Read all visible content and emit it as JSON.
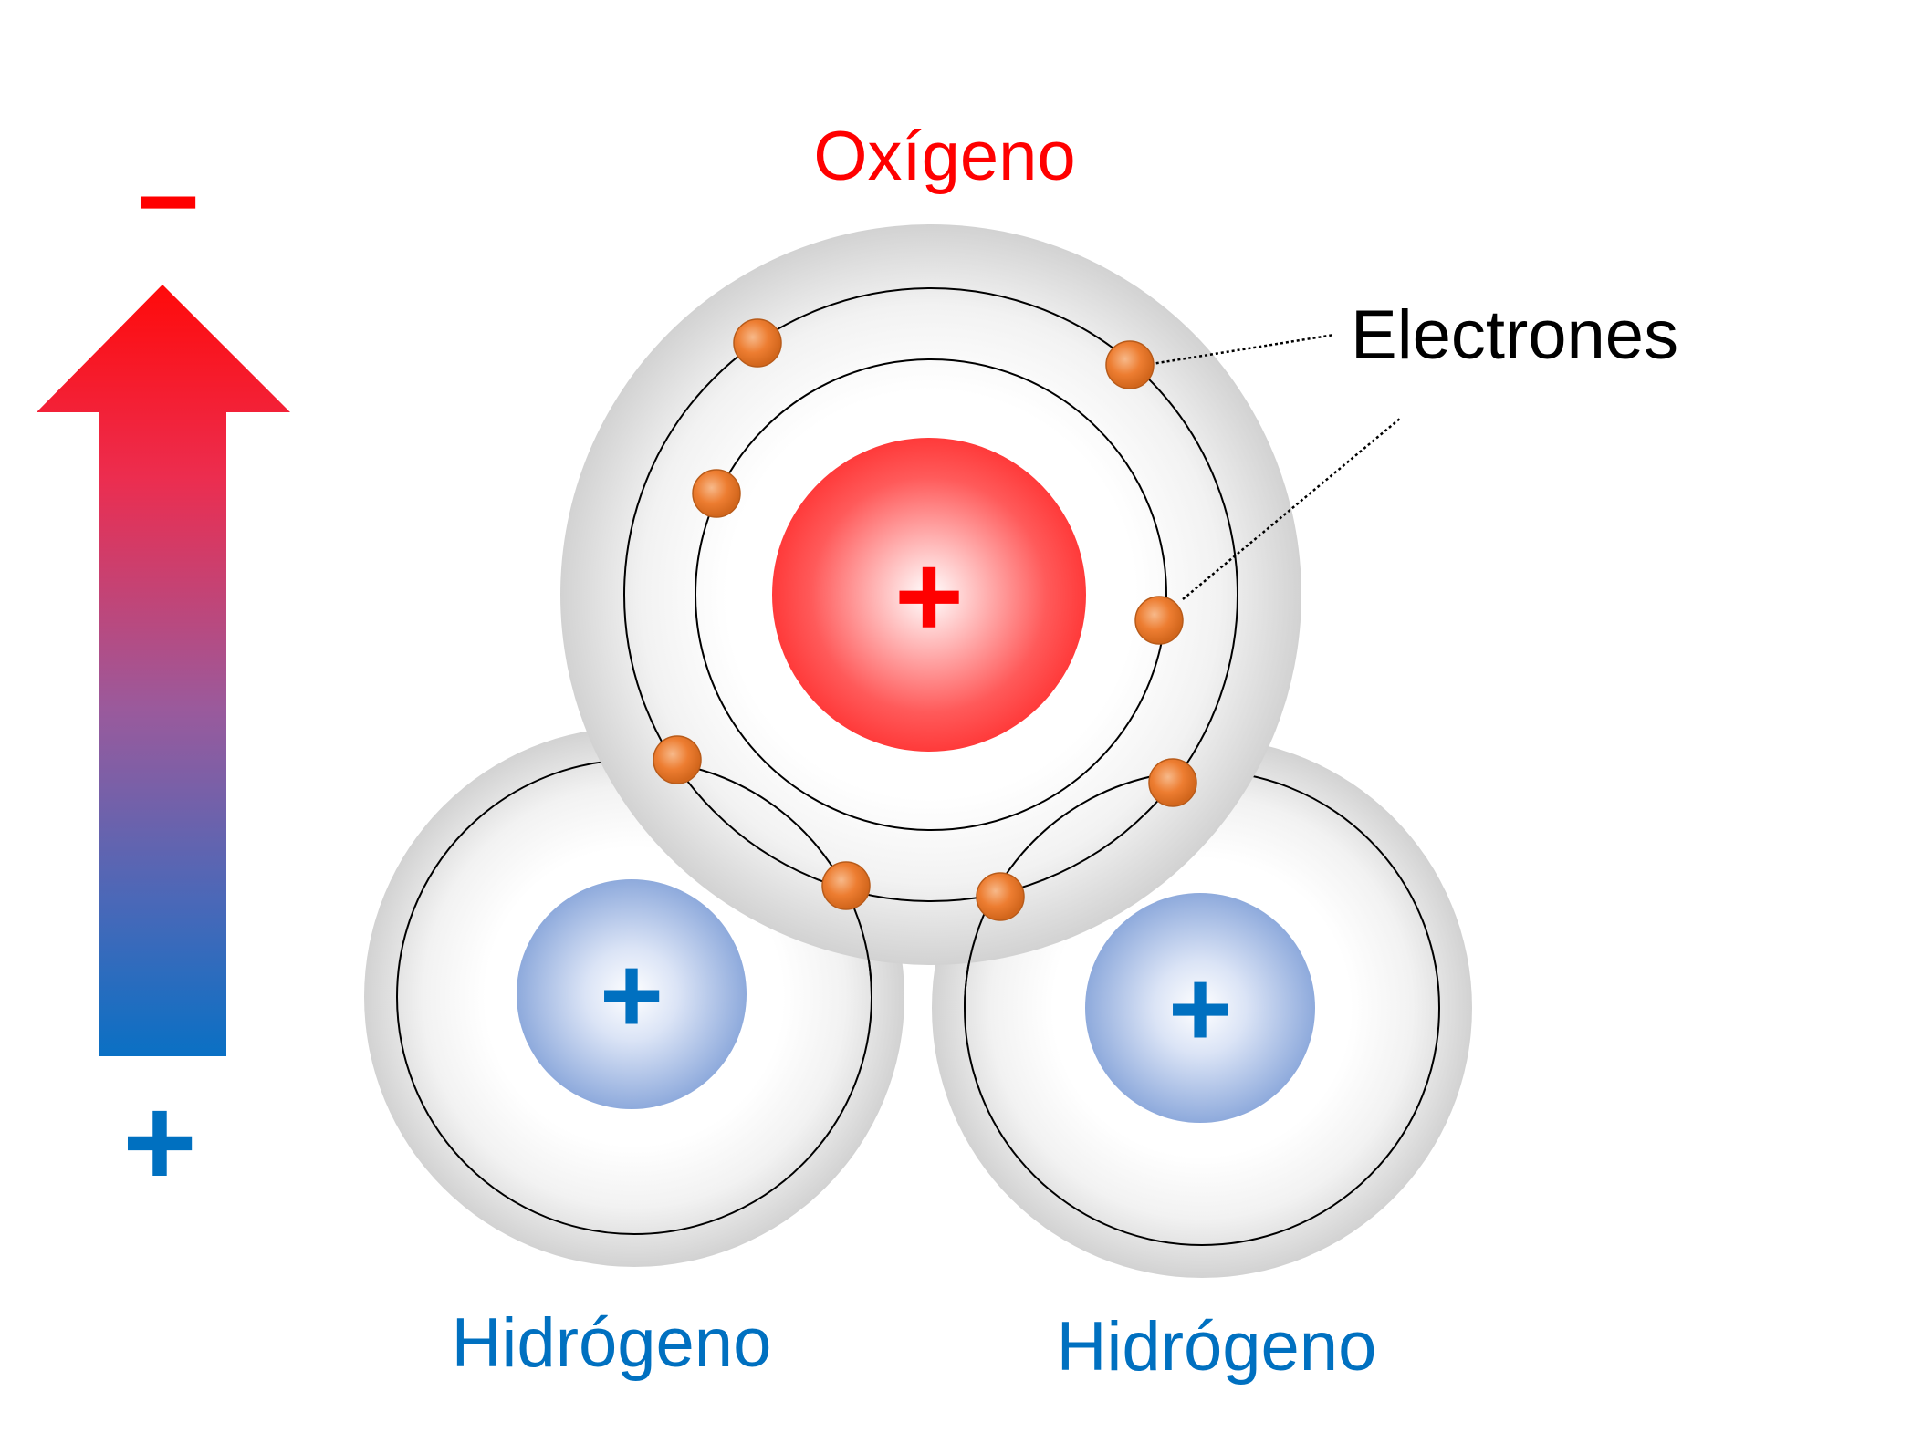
{
  "labels": {
    "oxygen": "Oxígeno",
    "electrons": "Electrones",
    "hydrogen_left": "Hidrógeno",
    "hydrogen_right": "Hidrógeno"
  },
  "charges": {
    "top_symbol": "−",
    "bottom_symbol": "+",
    "oxygen_nucleus": "+",
    "hydrogen_left_nucleus": "+",
    "hydrogen_right_nucleus": "+"
  },
  "colors": {
    "oxygen_red": "#ff0000",
    "hydrogen_blue": "#0070c0",
    "arrow_top": "#ff0a0a",
    "arrow_bottom": "#0a70c4",
    "electron": "#ed7d31",
    "cloud_grey": "#d4d4d4",
    "text_black": "#000000"
  },
  "icons": {
    "arrow": "polarity-arrow-icon",
    "electron": "electron-icon"
  }
}
